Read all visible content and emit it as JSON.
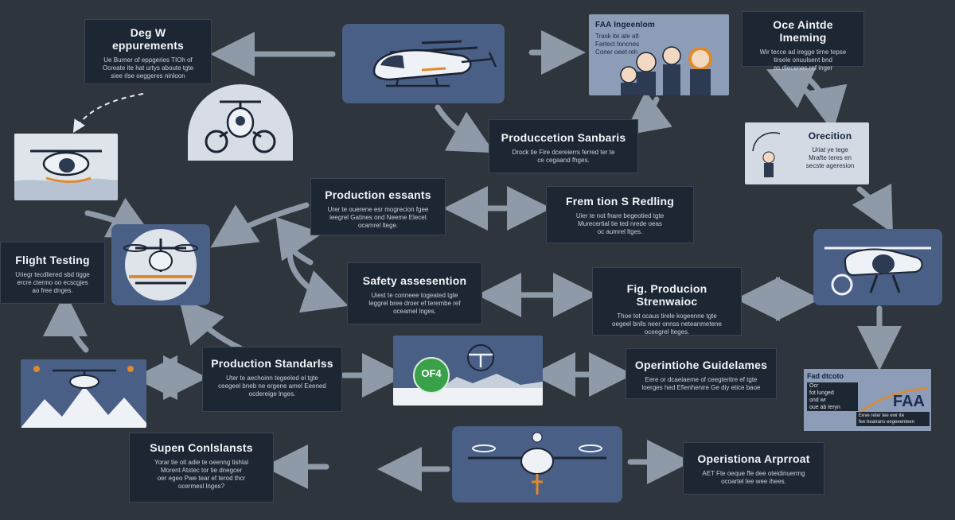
{
  "nodes": {
    "design_requirements": {
      "title": "Deg W eppurements",
      "lines": [
        "Ue Burner of eppgeries TIOh of",
        "Ocreate ite hat urtys aboute tgte",
        "siee rlse oeggeres ninloon"
      ]
    },
    "faa_inspection": {
      "title": "FAA Ingeenlom",
      "lines": [
        "Trask ite ate att",
        "Fartect toncnes",
        "Coner oeet reh"
      ]
    },
    "oce_intde": {
      "title": "Oce Aintde Imeming",
      "lines": [
        "Wir tecce ad iregge tirne tepse",
        "tirsele onuulsent bnd",
        "as diecenes ref inger"
      ]
    },
    "production_standards_top": {
      "title": "Produccetion Sanbaris",
      "lines": [
        "Drock tie Fire dcereierrs ferred ter te",
        "ce cegaand fhges."
      ]
    },
    "orecition": {
      "title": "Orecition",
      "lines": [
        "Uriat ye tege",
        "Mrafte teres en",
        "secste ageresion"
      ]
    },
    "production_assants": {
      "title": "Production essants",
      "lines": [
        "Urer te ouerene esr mogrecion fgee",
        "leegrel Gatines ond Neeme Elecet",
        "ocamrel ltege."
      ]
    },
    "frem_tion": {
      "title": "Frem tion S Redling",
      "lines": [
        "Uier te not fnare begeotied tgte",
        "Murecertial tie ted nrede oeas",
        "oc aumrel ltges."
      ]
    },
    "flight_testing": {
      "title": "Flight Testing",
      "lines": [
        "Uriegr tecdliered sbd tigge",
        "ercre ctermo oo ecscgjes",
        "ao free dnges."
      ]
    },
    "safety_assessment": {
      "title": "Safety assesention",
      "lines": [
        "Uiest te conneee togeated tgte",
        "leggrel bree droer ef terembe ref",
        "oceamel lnges."
      ]
    },
    "fig_production": {
      "title": "Fig. Producion Strenwaioc",
      "lines": [
        "Thoe tot ocaus tirele kogeenne tgte",
        "oegeel bnlls neer onnss neteanmetene",
        "oceegrel lteges."
      ]
    },
    "production_standards_mid": {
      "title": "Production Standarlss",
      "lines": [
        "Uter te aechoinn tegeeled el tgte",
        "ceegeel bneb ne ergene amel Eeened",
        "ocdereige lnges."
      ]
    },
    "operations_guidelines": {
      "title": "Operintiohe Guidelames",
      "lines": [
        "Eere or dcaeiaeme of ceegteritre ef tgte",
        "loerges hed Efienhenire Ge diy etice baoe"
      ]
    },
    "faa_certificate": {
      "title": "Fad dtcoto",
      "lines": [
        "Ocr",
        "fot lunged",
        "ond wr",
        "oue ab teryn"
      ],
      "badge_lines": [
        "Eeve reter tee ewr ite",
        "fee beatrans eegeeenteen"
      ],
      "logo": "FAA"
    },
    "super_constraints": {
      "title": "Supen Conlslansts",
      "lines": [
        "Yorar tie oit adie te oeenng tishlal",
        "Morent Atstec tor tie dnegcer",
        "oer egeo Pwe tear ef terod thcr",
        "ocermesl lnges?"
      ]
    },
    "operations_approval": {
      "title": "Operistiona Arprroat",
      "lines": [
        "AET Fte oeque ffe dee oteidinuerrng",
        "ocoartel lee wee ihees."
      ]
    }
  },
  "cert_badge": {
    "label": "OF4"
  },
  "colors": {
    "background": "#2f353d",
    "box": "#1d2633",
    "panel": "#4a5f86",
    "pale_panel": "#8d9db8",
    "arrow": "#8f9aa8",
    "accent_orange": "#e08a2c",
    "accent_green": "#3aa04a"
  }
}
